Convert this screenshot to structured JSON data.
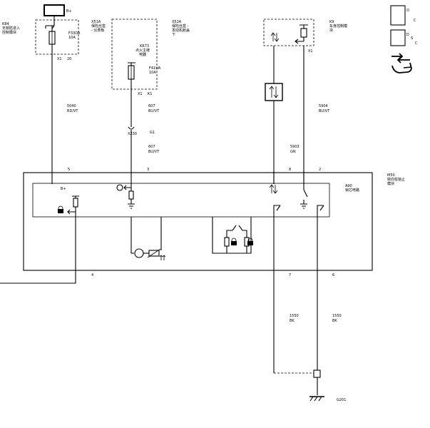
{
  "components": {
    "k84": {
      "id": "K84",
      "line1": "无钥匙进入",
      "line2": "控制模块",
      "pin_label": "B+"
    },
    "f33": {
      "id": "F33DA",
      "rating": "10A",
      "connector": "X1",
      "pin": "20"
    },
    "x51a": {
      "id": "X51A",
      "line1": "保险丝盒",
      "line2": "- 仪表板"
    },
    "x52a": {
      "id": "X52A",
      "line1": "保险丝盒 -",
      "line2": "发动机舱盖",
      "line3": "下"
    },
    "kr73": {
      "id": "KR73",
      "line1": "点火主继",
      "line2": "电器"
    },
    "f41": {
      "id": "F41UA",
      "rating": "10A",
      "connector": "X1",
      "pin": "K1"
    },
    "k9": {
      "id": "K9",
      "line1": "车身控制模",
      "line2": "块",
      "connector": "X1"
    },
    "m50": {
      "id": "M50",
      "line1": "转向柱锁止",
      "line2": "模块",
      "sub_id": "A90",
      "sub_text": "锁芯电路"
    },
    "g201": {
      "id": "G201"
    }
  },
  "legend": {
    "box1_pin_o": "O",
    "box1_pin_c": "C",
    "box2_pin_d": "D",
    "box2_pin_s": "S",
    "box2_pin_c": "C"
  },
  "wires": {
    "w5040": {
      "circuit": "5040",
      "color": "RD/VT"
    },
    "w607a": {
      "circuit": "607",
      "color": "BU/VT"
    },
    "w607b": {
      "circuit": "607",
      "color": "BU/VT"
    },
    "w5904": {
      "circuit": "5904",
      "color": "BU/VT"
    },
    "w5903": {
      "circuit": "5903",
      "color": "GN"
    },
    "w1550a": {
      "circuit": "1550",
      "color": "BK"
    },
    "w1550b": {
      "circuit": "1550",
      "color": "BK"
    }
  },
  "connectors": {
    "x230": "X230",
    "g1": "G1"
  },
  "pins": {
    "p5": "5",
    "p3": "3",
    "p8": "8",
    "p2": "2",
    "p4": "4",
    "p7": "7",
    "p6": "6"
  },
  "internal": {
    "bplus": "B+"
  }
}
